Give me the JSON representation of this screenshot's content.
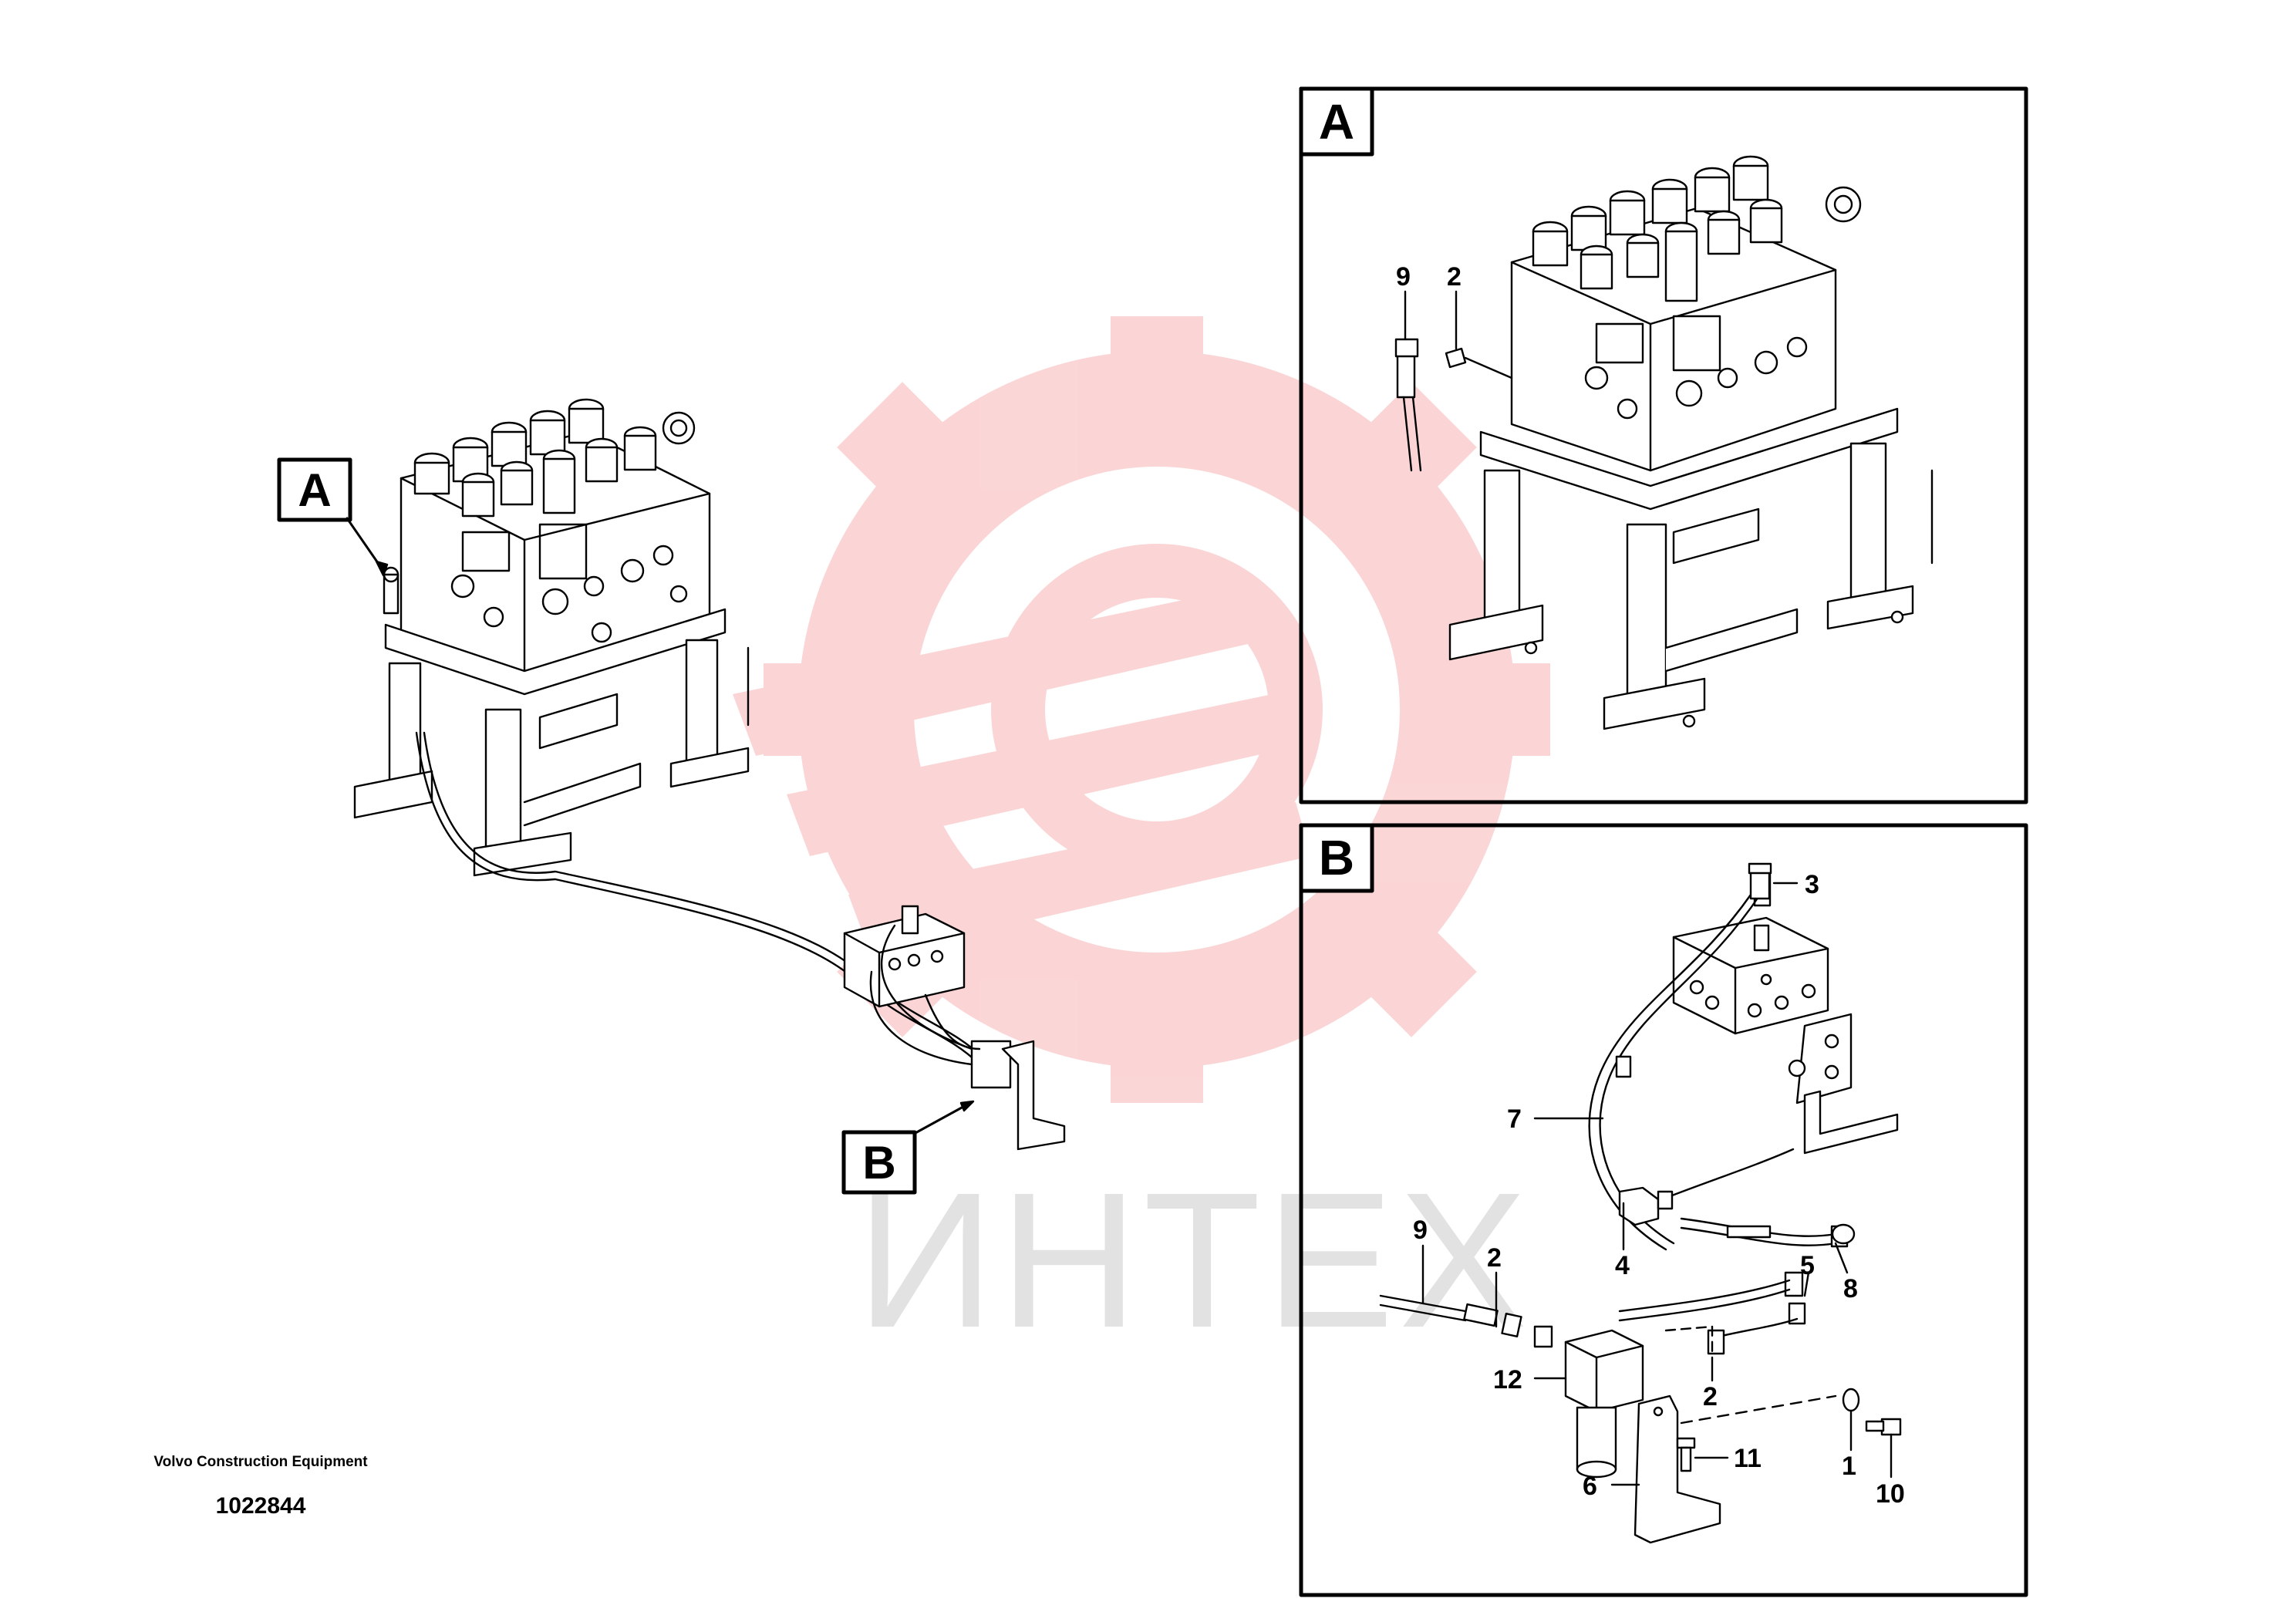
{
  "watermark": {
    "text": "ИНТЕХ",
    "color": "#f26b6b"
  },
  "footer": {
    "brand": "Volvo Construction Equipment",
    "code": "1022844"
  },
  "callouts": {
    "main_a": "A",
    "main_b": "B",
    "panel_a": "A",
    "panel_b": "B"
  },
  "panel_a_labels": [
    "9",
    "2"
  ],
  "panel_b_labels": [
    "3",
    "7",
    "4",
    "8",
    "5",
    "9",
    "2",
    "12",
    "2",
    "11",
    "1",
    "10",
    "6"
  ]
}
